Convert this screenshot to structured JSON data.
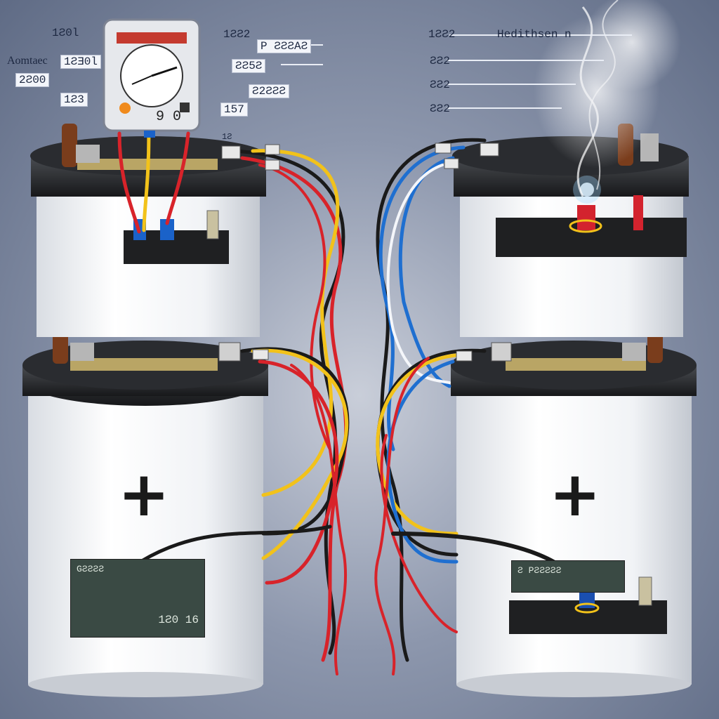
{
  "meter": {
    "label": "9 0"
  },
  "left_labels": [
    {
      "text": "1Ƨ0l"
    },
    {
      "text": "Aomtaec"
    },
    {
      "text": "1ƧƎ0l"
    },
    {
      "text": "2Ƨ00"
    },
    {
      "text": "1Ƨ3"
    }
  ],
  "meter_right_labels": [
    {
      "text": "1ƧƧ2"
    },
    {
      "text": "P ƧƧƧAƧ"
    },
    {
      "text": "ƧƧ5Ƨ"
    },
    {
      "text": "Ƨ2ƧƧƧ"
    },
    {
      "text": "157"
    }
  ],
  "right_labels": [
    {
      "text": "1ƧƧ2"
    },
    {
      "text": "Hedithsen n"
    },
    {
      "text": "ƧƧ2"
    },
    {
      "text": "ƧƧ2"
    },
    {
      "text": "ƧƧ2"
    }
  ],
  "bottom_left_card": {
    "line1": "GƧƧƧƧ",
    "line2": "1Ƨ0   16"
  },
  "bottom_right_card": {
    "line1": "Ƨ PƧƧƧƧƧ"
  },
  "plus_symbol": "+",
  "small_mark": "1Ƨ"
}
